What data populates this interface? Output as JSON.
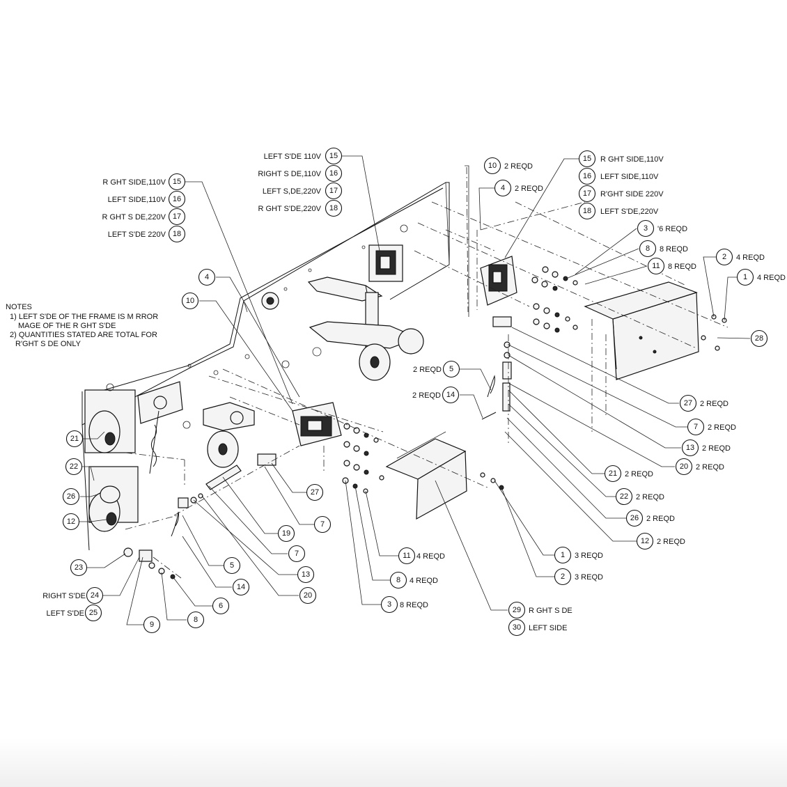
{
  "notes": {
    "heading": "NOTES",
    "line1": "1) LEFT S'DE OF THE FRAME IS M RROR",
    "line2": "MAGE OF THE R GHT S'DE",
    "line3": "2) QUANTITIES STATED ARE TOTAL FOR",
    "line4": "R'GHT S DE ONLY"
  },
  "callouts": [
    {
      "n": "15",
      "text": "R GHT SIDE,110V"
    },
    {
      "n": "16",
      "text": "LEFT SIDE,110V"
    },
    {
      "n": "17",
      "text": "R GHT S DE,220V"
    },
    {
      "n": "18",
      "text": "LEFT S'DE 220V"
    },
    {
      "n": "15",
      "text": "LEFT S'DE 110V"
    },
    {
      "n": "16",
      "text": "RIGHT S DE,110V"
    },
    {
      "n": "17",
      "text": "LEFT S,DE,220V"
    },
    {
      "n": "18",
      "text": "R GHT S'DE,220V"
    },
    {
      "n": "10",
      "text": "2 REQD"
    },
    {
      "n": "4",
      "text": "2 REQD"
    },
    {
      "n": "15",
      "text": "R GHT SIDE,110V"
    },
    {
      "n": "16",
      "text": "LEFT SIDE,110V"
    },
    {
      "n": "17",
      "text": "R'GHT SIDE 220V"
    },
    {
      "n": "18",
      "text": "LEFT S'DE,220V"
    },
    {
      "n": "3",
      "text": "'6 REQD"
    },
    {
      "n": "8",
      "text": "8 REQD"
    },
    {
      "n": "11",
      "text": "8 REQD"
    },
    {
      "n": "2",
      "text": "4 REQD"
    },
    {
      "n": "1",
      "text": "4 REQD"
    },
    {
      "n": "28",
      "text": ""
    },
    {
      "n": "4",
      "text": ""
    },
    {
      "n": "10",
      "text": ""
    },
    {
      "n": "5",
      "text": "2 REQD"
    },
    {
      "n": "14",
      "text": "2 REQD"
    },
    {
      "n": "27",
      "text": "2 REQD"
    },
    {
      "n": "7",
      "text": "2 REQD"
    },
    {
      "n": "13",
      "text": "2 REQD"
    },
    {
      "n": "20",
      "text": "2 REQD"
    },
    {
      "n": "21",
      "text": "2 REQD"
    },
    {
      "n": "22",
      "text": "2 REQD"
    },
    {
      "n": "26",
      "text": "2 REQD"
    },
    {
      "n": "12",
      "text": "2 REQD"
    },
    {
      "n": "1",
      "text": "3 REQD"
    },
    {
      "n": "2",
      "text": "3 REQD"
    },
    {
      "n": "29",
      "text": "R GHT S DE"
    },
    {
      "n": "30",
      "text": "LEFT SIDE"
    },
    {
      "n": "11",
      "text": "4 REQD"
    },
    {
      "n": "8",
      "text": "4 REQD"
    },
    {
      "n": "3",
      "text": "8 REQD"
    },
    {
      "n": "21",
      "text": ""
    },
    {
      "n": "22",
      "text": ""
    },
    {
      "n": "26",
      "text": ""
    },
    {
      "n": "12",
      "text": ""
    },
    {
      "n": "23",
      "text": ""
    },
    {
      "n": "24",
      "text": "RIGHT S'DE"
    },
    {
      "n": "25",
      "text": "LEFT S'DE"
    },
    {
      "n": "9",
      "text": ""
    },
    {
      "n": "8",
      "text": ""
    },
    {
      "n": "6",
      "text": ""
    },
    {
      "n": "14",
      "text": ""
    },
    {
      "n": "20",
      "text": ""
    },
    {
      "n": "13",
      "text": ""
    },
    {
      "n": "7",
      "text": ""
    },
    {
      "n": "5",
      "text": ""
    },
    {
      "n": "19",
      "text": ""
    },
    {
      "n": "7",
      "text": ""
    },
    {
      "n": "27",
      "text": ""
    }
  ]
}
